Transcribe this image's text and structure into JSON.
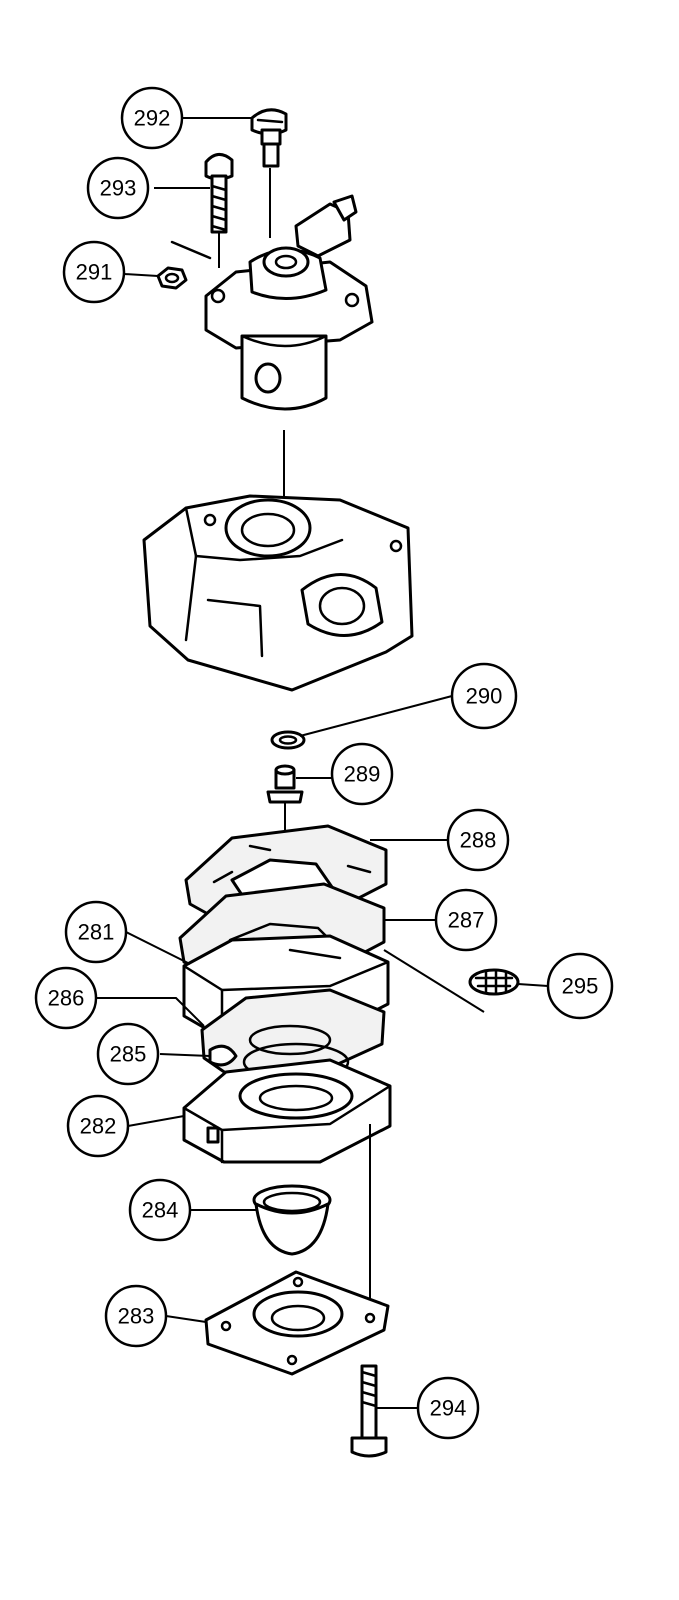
{
  "callouts": [
    {
      "id": "c292",
      "label": "292"
    },
    {
      "id": "c293",
      "label": "293"
    },
    {
      "id": "c291",
      "label": "291"
    },
    {
      "id": "c290",
      "label": "290"
    },
    {
      "id": "c289",
      "label": "289"
    },
    {
      "id": "c288",
      "label": "288"
    },
    {
      "id": "c287",
      "label": "287"
    },
    {
      "id": "c281",
      "label": "281"
    },
    {
      "id": "c295",
      "label": "295"
    },
    {
      "id": "c286",
      "label": "286"
    },
    {
      "id": "c285",
      "label": "285"
    },
    {
      "id": "c282",
      "label": "282"
    },
    {
      "id": "c284",
      "label": "284"
    },
    {
      "id": "c283",
      "label": "283"
    },
    {
      "id": "c294",
      "label": "294"
    }
  ]
}
